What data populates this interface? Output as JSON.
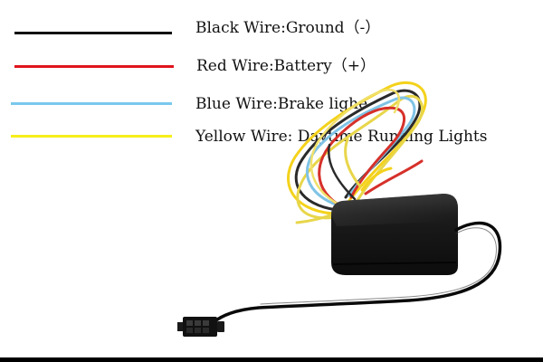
{
  "legend": [
    {
      "id": "black",
      "label": "Black Wire:Ground（-）",
      "color": "#111111"
    },
    {
      "id": "red",
      "label": "Red Wire:Battery（+）",
      "color": "#e0141c"
    },
    {
      "id": "blue",
      "label": "Blue Wire:Brake lighe",
      "color": "#79c8ee"
    },
    {
      "id": "yellow",
      "label": "Yellow Wire: Daytime Running Lights",
      "color": "#f6ef1a"
    }
  ],
  "illustration": {
    "box_color": "#1a1a1a",
    "connector_color": "#111111",
    "cable_color": "#0a0a0a",
    "wire_colors": [
      "#f4d21b",
      "#e8d64a",
      "#7fc3e6",
      "#d6302a",
      "#2a2a2a",
      "#f0e06a"
    ]
  },
  "footer": {
    "border_color": "#000000"
  }
}
